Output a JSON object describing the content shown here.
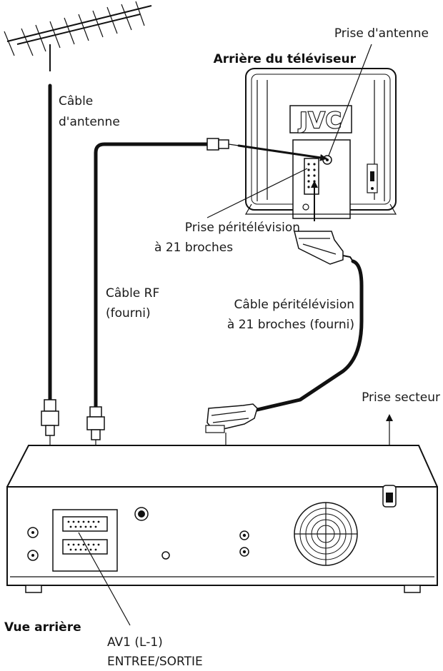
{
  "labels": {
    "antenna_cable": [
      "Câble",
      "d'antenne"
    ],
    "antenna_socket": "Prise d'antenne",
    "tv_rear": "Arrière du téléviseur",
    "tv_brand": "JVC",
    "scart_socket": [
      "Prise péritélévision",
      "à 21 broches"
    ],
    "rf_cable": [
      "Câble RF",
      "(fourni)"
    ],
    "scart_cable": [
      "Câble péritélévision",
      "à 21 broches (fourni)"
    ],
    "mains_socket": "Prise secteur",
    "rear_view": "Vue arrière",
    "av1": [
      "AV1 (L-1)",
      "ENTREE/SORTIE"
    ]
  }
}
